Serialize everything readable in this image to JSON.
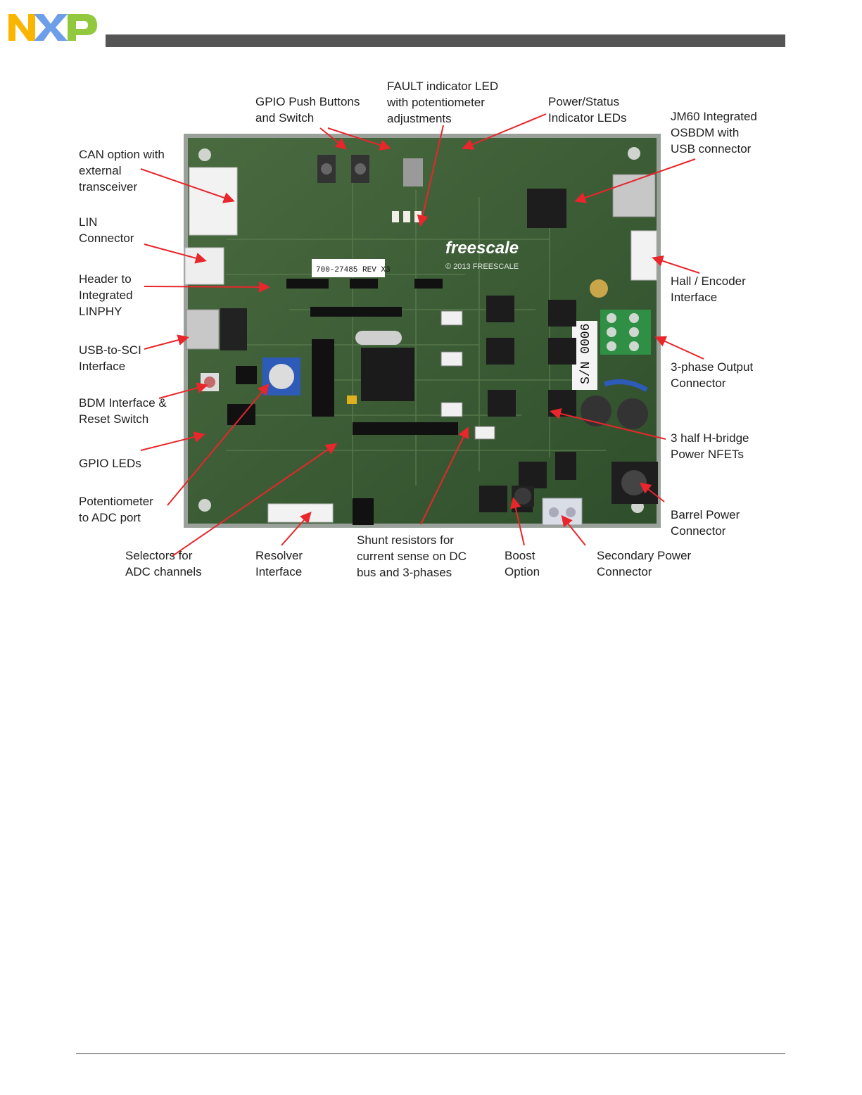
{
  "header": {
    "logo_icon": "nxp-logo",
    "logo_colors": [
      "#f9b500",
      "#6d9eea",
      "#92c83e"
    ],
    "bar_color": "#555555"
  },
  "figure": {
    "image": "photo of motor control evaluation board",
    "board_markings": {
      "part_number": "700-27485 REV X3",
      "brand": "freescale",
      "serial": "S/N 0006",
      "copyright": "© 2013 FREESCALE"
    },
    "callouts": {
      "gpio_buttons": "GPIO Push Buttons\nand Switch",
      "fault_led": "FAULT indicator LED\nwith potentiometer\nadjustments",
      "power_leds": "Power/Status\nIndicator LEDs",
      "osbdm": "JM60 Integrated\nOSBDM with\nUSB connector",
      "can": "CAN option with\nexternal\ntransceiver",
      "lin": "LIN\nConnector",
      "linphy": "Header to\nIntegrated\nLINPHY",
      "usb_sci": "USB-to-SCI\nInterface",
      "bdm": "BDM Interface &\nReset Switch",
      "gpio_leds": "GPIO LEDs",
      "pot": "Potentiometer\nto ADC port",
      "adc_sel": "Selectors for\nADC channels",
      "resolver": "Resolver\nInterface",
      "shunt": "Shunt resistors for\ncurrent sense on DC\nbus and 3-phases",
      "boost": "Boost\nOption",
      "secondary_power": "Secondary Power\nConnector",
      "barrel": "Barrel Power\nConnector",
      "hbridge": "3 half H-bridge\nPower NFETs",
      "three_phase": "3-phase Output\nConnector",
      "hall": "Hall / Encoder\nInterface"
    },
    "arrow_color": "#e8262b"
  }
}
